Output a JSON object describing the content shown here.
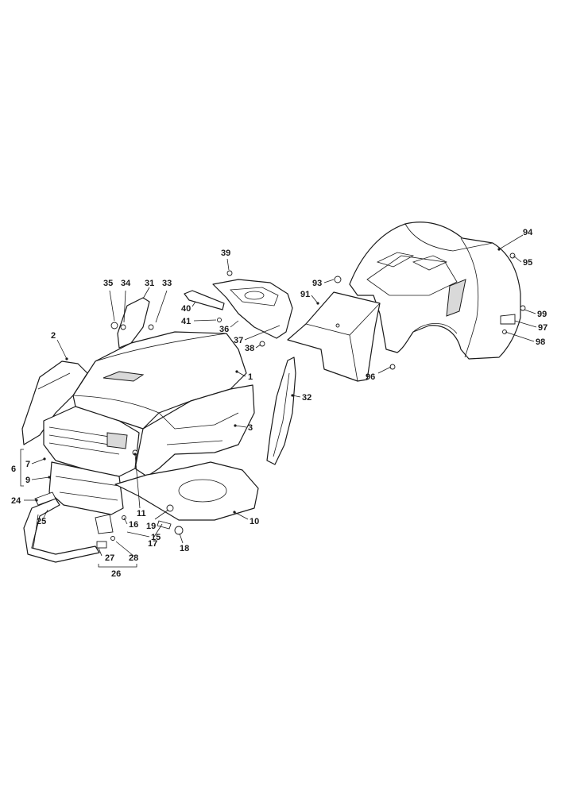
{
  "diagram": {
    "type": "exploded-parts",
    "labels": [
      {
        "id": "l1",
        "text": "1"
      },
      {
        "id": "l2",
        "text": "2"
      },
      {
        "id": "l3",
        "text": "3"
      },
      {
        "id": "l6",
        "text": "6"
      },
      {
        "id": "l7",
        "text": "7"
      },
      {
        "id": "l9",
        "text": "9"
      },
      {
        "id": "l10",
        "text": "10"
      },
      {
        "id": "l11",
        "text": "11"
      },
      {
        "id": "l15",
        "text": "15"
      },
      {
        "id": "l16",
        "text": "16"
      },
      {
        "id": "l17",
        "text": "17"
      },
      {
        "id": "l18",
        "text": "18"
      },
      {
        "id": "l19",
        "text": "19"
      },
      {
        "id": "l24",
        "text": "24"
      },
      {
        "id": "l25",
        "text": "25"
      },
      {
        "id": "l26",
        "text": "26"
      },
      {
        "id": "l27",
        "text": "27"
      },
      {
        "id": "l28",
        "text": "28"
      },
      {
        "id": "l31",
        "text": "31"
      },
      {
        "id": "l32",
        "text": "32"
      },
      {
        "id": "l33",
        "text": "33"
      },
      {
        "id": "l34",
        "text": "34"
      },
      {
        "id": "l35",
        "text": "35"
      },
      {
        "id": "l36",
        "text": "36"
      },
      {
        "id": "l37",
        "text": "37"
      },
      {
        "id": "l38",
        "text": "38"
      },
      {
        "id": "l39",
        "text": "39"
      },
      {
        "id": "l40",
        "text": "40"
      },
      {
        "id": "l41",
        "text": "41"
      },
      {
        "id": "l91",
        "text": "91"
      },
      {
        "id": "l93",
        "text": "93"
      },
      {
        "id": "l94",
        "text": "94"
      },
      {
        "id": "l95",
        "text": "95"
      },
      {
        "id": "l96",
        "text": "96"
      },
      {
        "id": "l97",
        "text": "97"
      },
      {
        "id": "l98",
        "text": "98"
      },
      {
        "id": "l99",
        "text": "99"
      }
    ]
  }
}
